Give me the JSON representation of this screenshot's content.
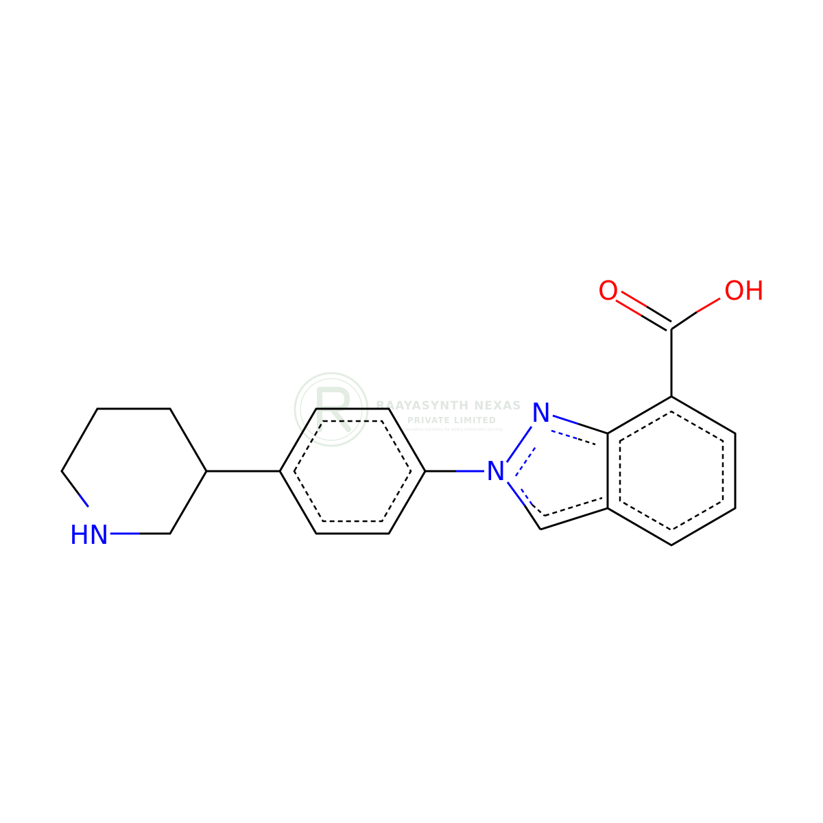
{
  "molecule": {
    "atoms": {
      "nh": "HN",
      "n_bridge": "N",
      "n_top": "N",
      "o_carbonyl": "O",
      "oh": "OH"
    }
  },
  "watermark": {
    "company": "RAAYASYNTH NEXAS",
    "subtitle": "PRIVATE LIMITED",
    "tagline": "innovative solutions for every molecule's journey"
  },
  "colors": {
    "bond": "#000000",
    "nitrogen": "#0000ff",
    "oxygen": "#ff0000",
    "watermark": "#2e7d32"
  }
}
